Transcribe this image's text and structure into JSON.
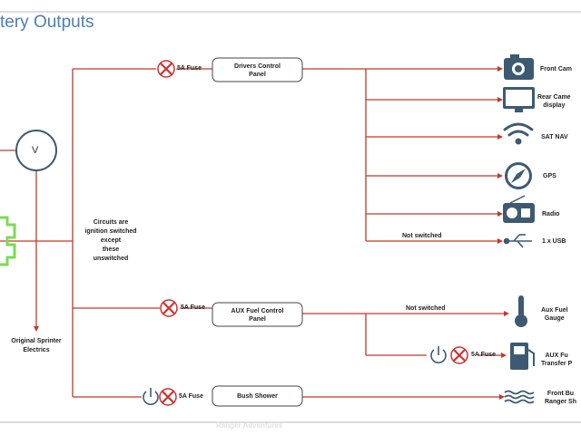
{
  "title": "tery Outputs",
  "fuse_label": "5A Fuse",
  "meter_symbol": "V",
  "boxes": {
    "drivers": "Drivers  Control\nPanel",
    "aux": "AUX Fuel Control\nPanel",
    "bush": "Bush Shower"
  },
  "notes": {
    "circuits": "Circuits are\nignition switched\nexcept\nthese\nunswitched",
    "not_switched_usb": "Not switched",
    "not_switched_aux": "Not switched",
    "sprinter": "Original Sprinter\nElectrics"
  },
  "outputs": {
    "front_cam": "Front Cam",
    "rear_cam": "Rear Came\ndisplay",
    "sat_nav": "SAT NAV",
    "gps": "GPS",
    "radio": "Radio",
    "usb": "1 x USB",
    "aux_gauge": "Aux Fuel\nGauge",
    "aux_transfer": "AUX Fu\nTransfer P",
    "front_shower": "Front Bu\nRanger Sh"
  },
  "watermark": "Ranger Adventures",
  "colors": {
    "wire": "#c0392b",
    "icon": "#3d5a73",
    "fuse": "#d32f2f",
    "battery": "#7ed957",
    "title": "#4a7fb5"
  },
  "icons": [
    "camera-icon",
    "monitor-icon",
    "wifi-icon",
    "compass-icon",
    "radio-icon",
    "usb-icon",
    "thermometer-icon",
    "fuel-pump-icon",
    "water-icon",
    "power-switch-icon",
    "fuse-cross-icon",
    "voltmeter-icon",
    "battery-icon"
  ]
}
